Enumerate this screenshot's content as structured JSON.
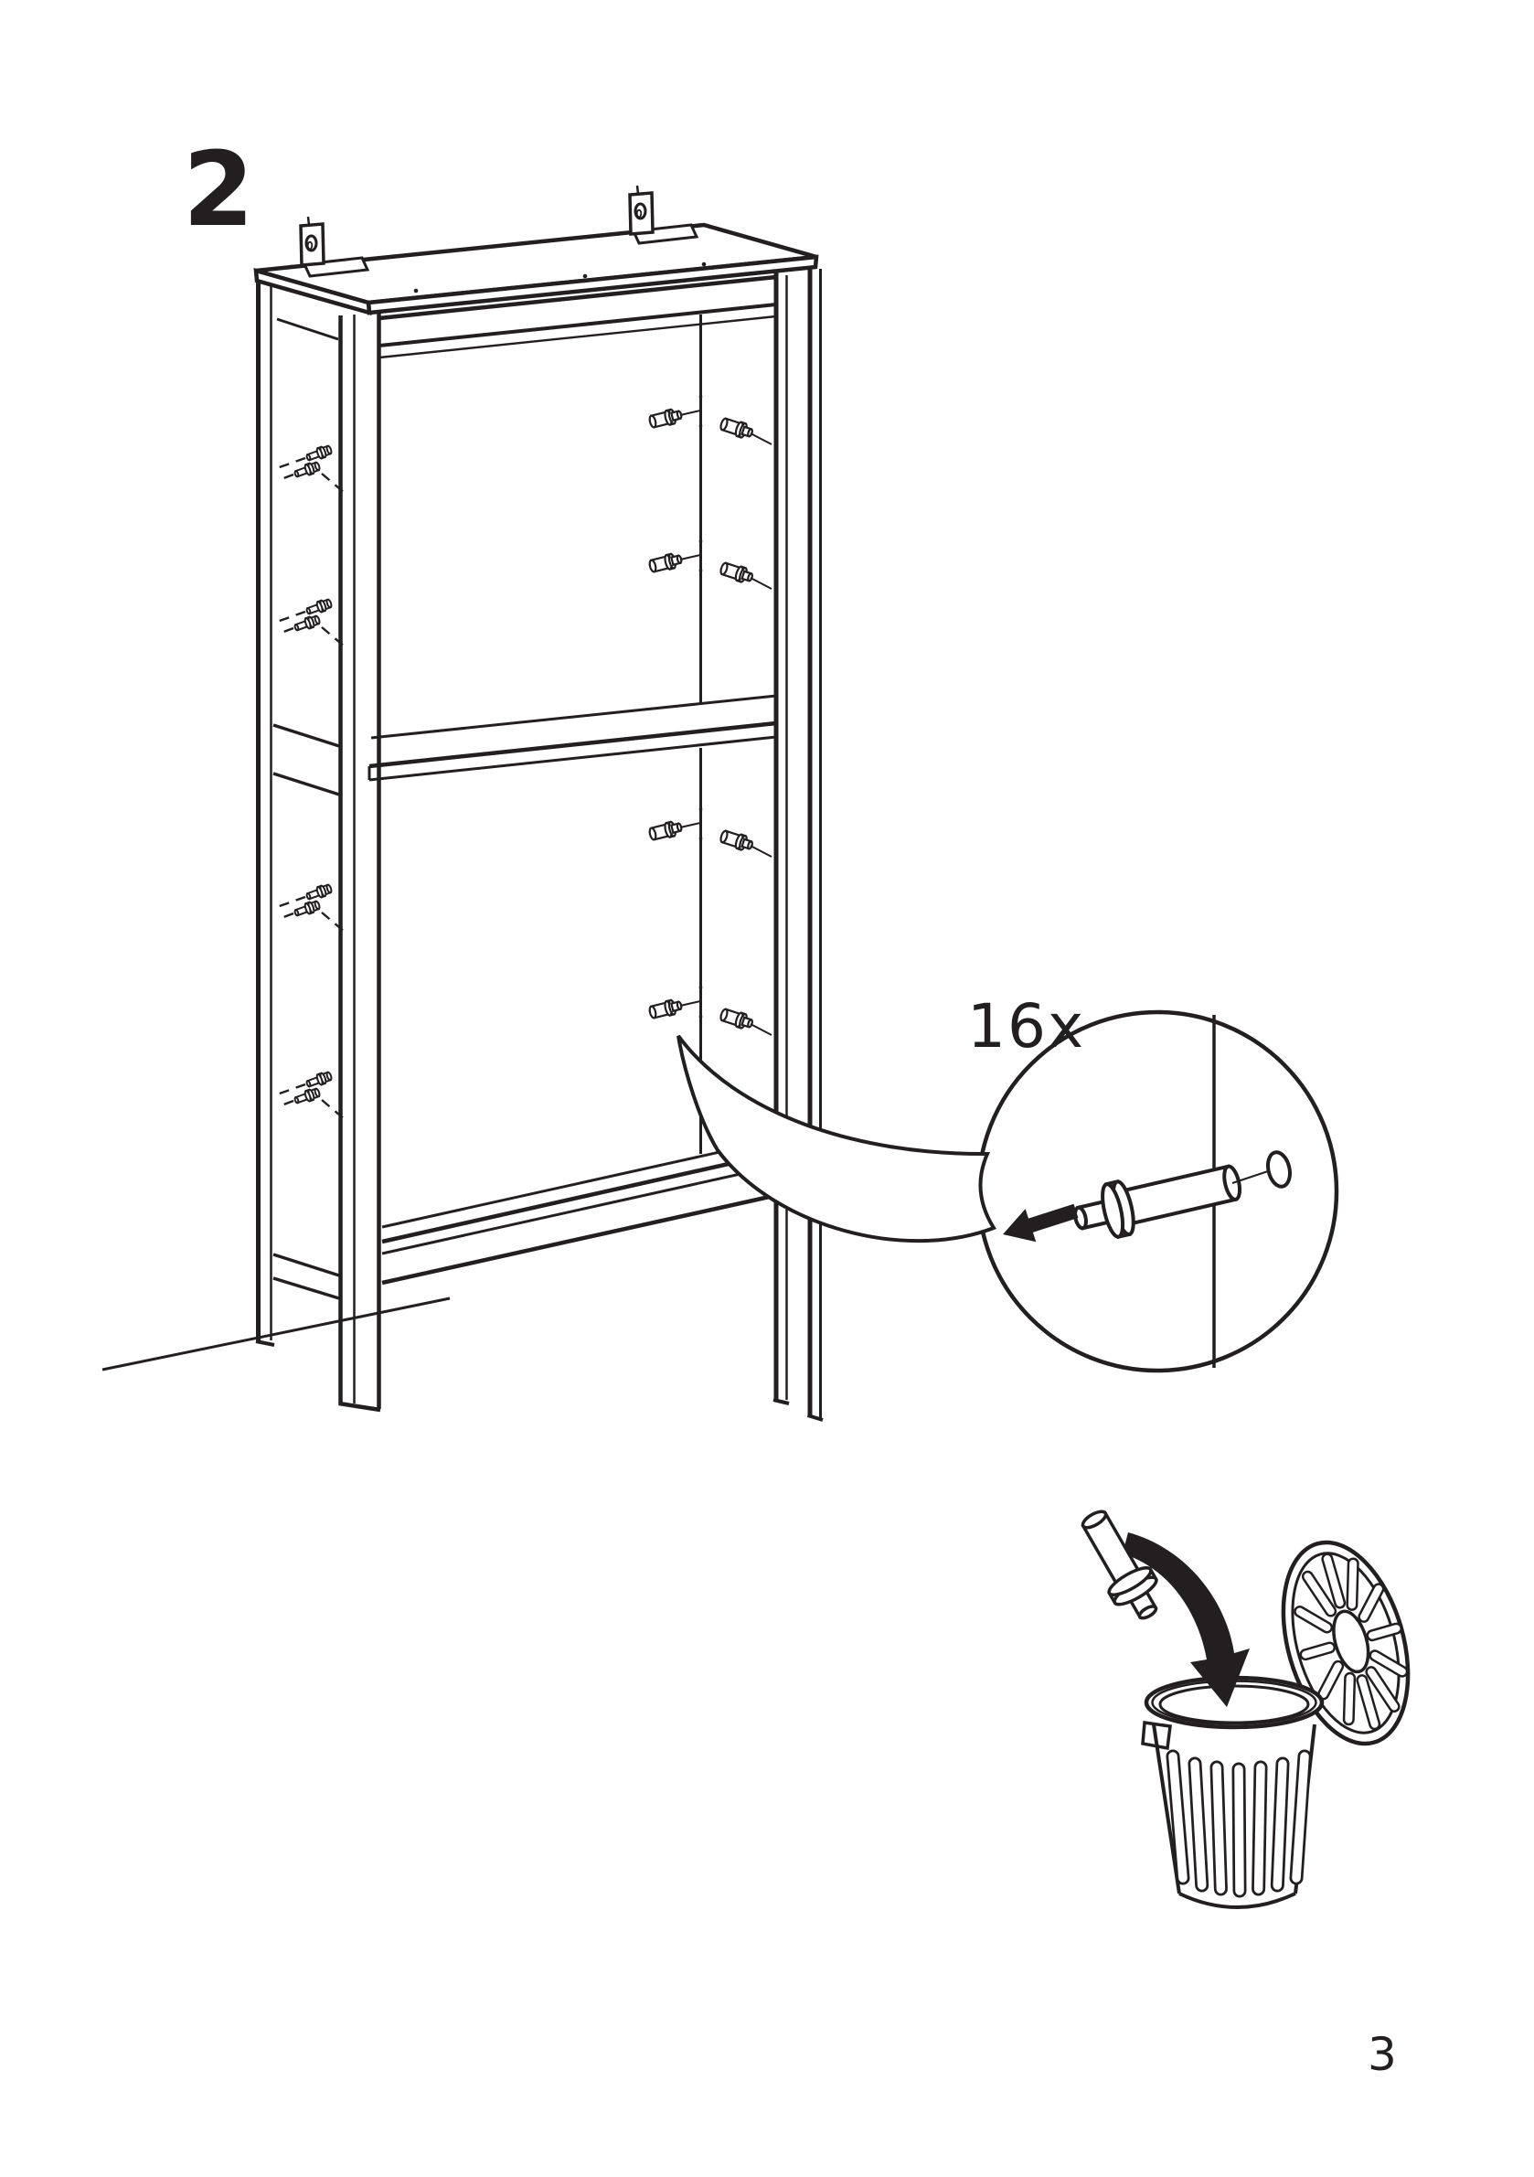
{
  "page": {
    "step_number": "2",
    "page_number": "3"
  },
  "callout": {
    "quantity_label": "16x"
  },
  "colors": {
    "ink": "#231f20",
    "paper": "#ffffff"
  },
  "icons": {
    "bookcase": "bookcase-frame-illustration",
    "wall_anchor": "wall-anchor-bracket-icon",
    "dowel_pin": "metal-dowel-pin-icon",
    "zoom_callout": "magnified-detail-circle",
    "insert_arrow": "insert-direction-arrow",
    "discard_arrow": "throw-away-arrow",
    "trash_can": "open-trash-can-icon",
    "trash_lid": "trash-can-lid-icon"
  }
}
